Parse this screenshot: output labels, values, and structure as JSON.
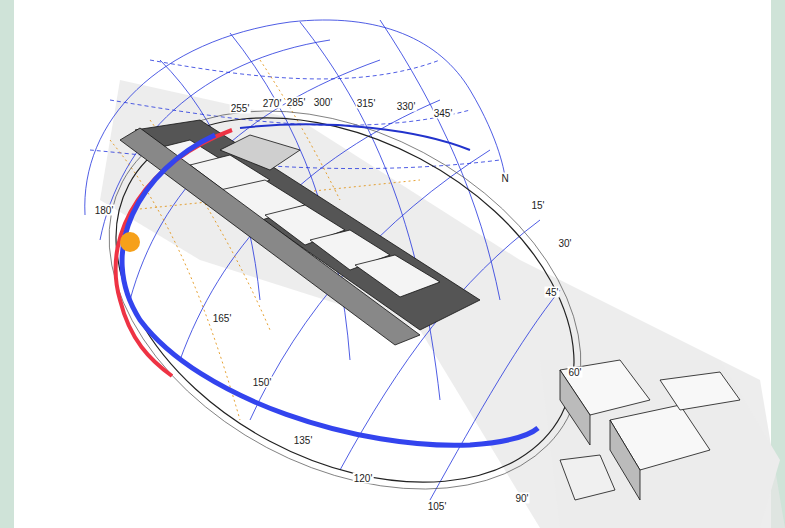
{
  "diagram": {
    "labels": [
      "180'",
      "255'",
      "270'",
      "285'",
      "300'",
      "315'",
      "330'",
      "345'",
      "N",
      "15'",
      "30'",
      "45'",
      "60'",
      "90'",
      "105'",
      "120'",
      "135'",
      "150'",
      "165'"
    ]
  }
}
